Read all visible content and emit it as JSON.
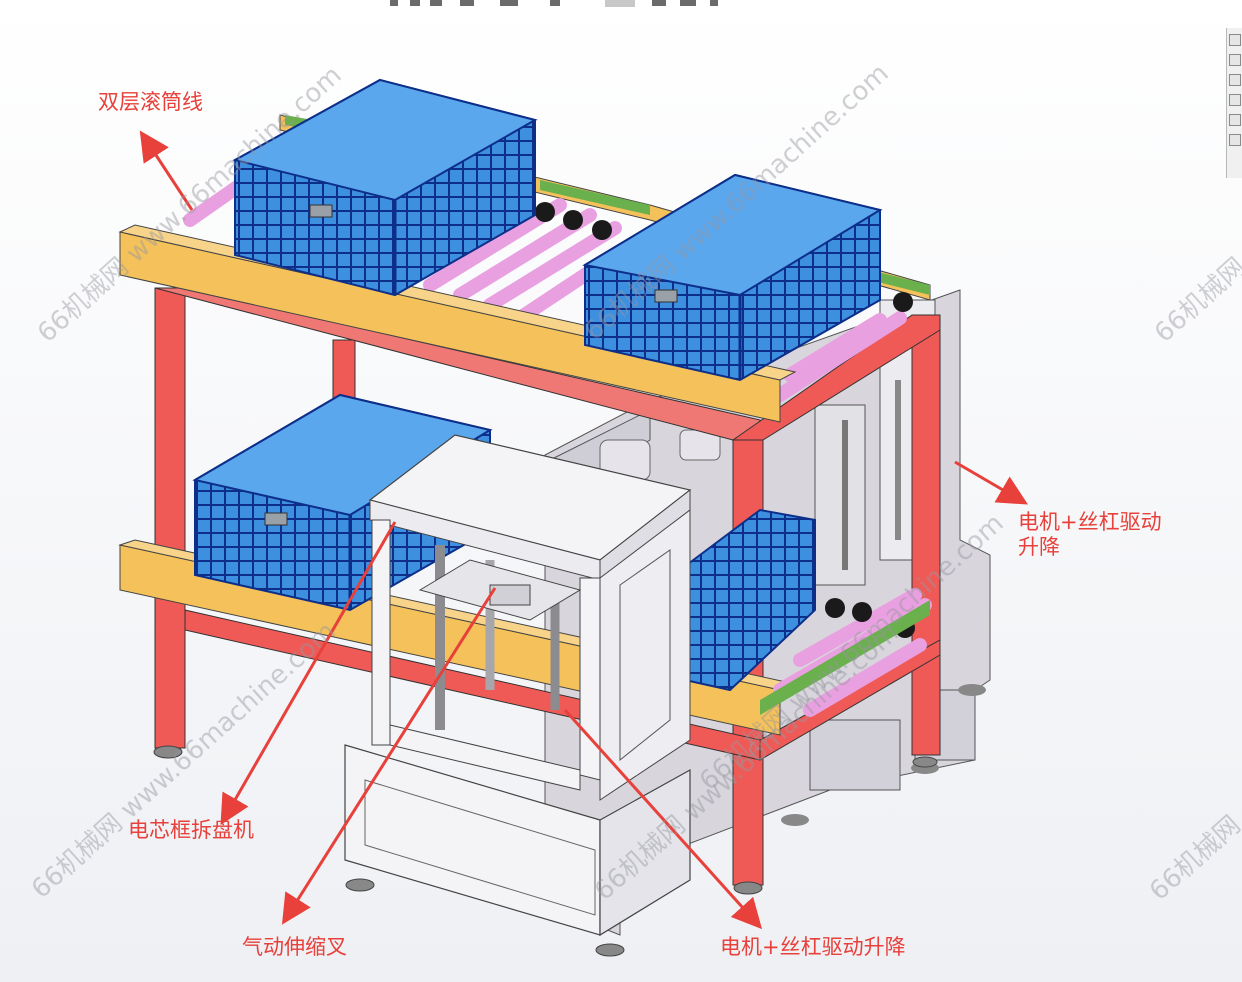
{
  "callouts": {
    "roller_line": "双层滚筒线",
    "motor_screw_right": "电机+丝杠驱动\n升降",
    "frame_unstacker": "电芯框拆盘机",
    "pneumatic_fork": "气动伸缩叉",
    "motor_screw_bottom": "电机+丝杠驱动升降"
  },
  "watermarks": {
    "w1": "66机械网 www.66machine.com",
    "w2": "66机械网 www.66machine.com",
    "w3": "66机械网 www.66machine.com",
    "w4": "66机械网 www.66machine.com",
    "w5": "66机械网 www.66machine.com",
    "w6": "66机械网",
    "w7": "66机械网"
  },
  "colors": {
    "frame_red": "#ef5a57",
    "beam_yellow": "#f4c15a",
    "crate_blue": "#3d8fe0",
    "crate_edge": "#0d2f8a",
    "roller_pink": "#e9a0e0",
    "machine_white": "#f4f4f7",
    "machine_grey": "#d8d6dc",
    "arrow_red": "#e8403a"
  }
}
